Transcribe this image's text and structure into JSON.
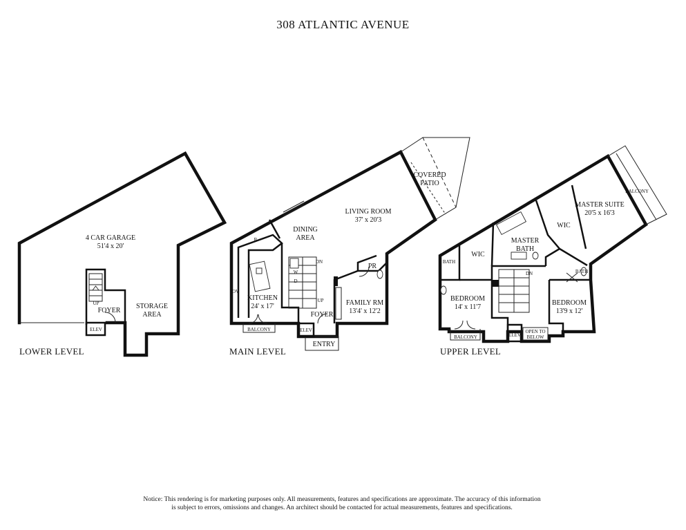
{
  "title": "308 ATLANTIC AVENUE",
  "levels": {
    "lower": {
      "label": "LOWER LEVEL",
      "rooms": {
        "garage": "4 CAR GARAGE",
        "garage_dim": "51'4 x 20'",
        "storage": "STORAGE",
        "storage2": "AREA",
        "foyer": "FOYER",
        "up": "UP",
        "elev": "ELEV"
      }
    },
    "main": {
      "label": "MAIN LEVEL",
      "rooms": {
        "living": "LIVING ROOM",
        "living_dim": "37' x 20'3",
        "covered": "COVERED",
        "patio": "PATIO",
        "dining": "DINING",
        "dining2": "AREA",
        "kitchen": "KITCHEN",
        "kitchen_dim": "24' x 17'",
        "family": "FAMILY RM",
        "family_dim": "13'4' x 12'2",
        "pr": "PR",
        "foyer": "FOYER",
        "elev": "ELEV",
        "balcony": "BALCONY",
        "entry": "ENTRY",
        "dn": "DN",
        "up": "UP",
        "w": "W",
        "d": "D",
        "r": "R",
        "ov": "OV"
      }
    },
    "upper": {
      "label": "UPPER LEVEL",
      "rooms": {
        "master_suite": "MASTER SUITE",
        "master_dim": "20'5 x 16'3",
        "balcony_top": "BALCONY",
        "wic1": "WIC",
        "wic2": "WIC",
        "master_bath": "MASTER",
        "master_bath2": "BATH",
        "bath_left": "BATH",
        "bath_right": "BATH",
        "bedroom1": "BEDROOM",
        "bedroom1_dim": "14' x 11'7",
        "bedroom2": "BEDROOM",
        "bedroom2_dim": "13'9 x 12'",
        "balcony_bottom": "BALCONY",
        "elev": "ELEV",
        "open": "OPEN TO",
        "below": "BELOW",
        "dn": "DN"
      }
    }
  },
  "notice": {
    "line1": "Notice: This rendering is for marketing purposes only. All measurements, features and specifications are approximate. The accuracy of this information",
    "line2": "is subject to errors, omissions and changes. An architect should be contacted for actual measurements, features and specifications."
  }
}
